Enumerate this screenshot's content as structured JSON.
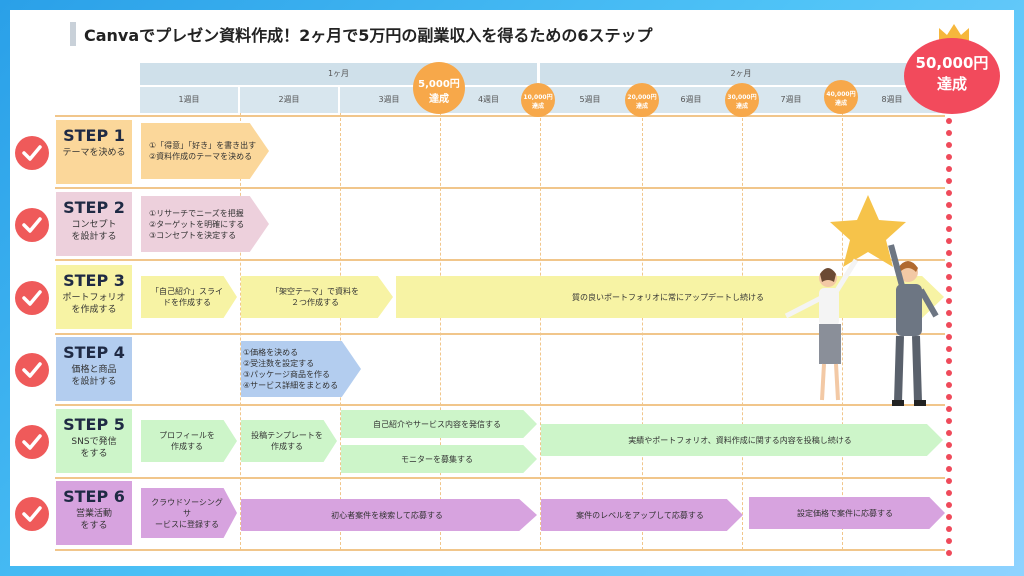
{
  "title": "Canvaでプレゼン資料作成！2ヶ月で5万円の副業収入を得るための6ステップ",
  "months": [
    "1ヶ月",
    "2ヶ月"
  ],
  "weeks": [
    "1週目",
    "2週目",
    "3週目",
    "4週目",
    "5週目",
    "6週目",
    "7週目",
    "8週目"
  ],
  "milestones": {
    "m5000": {
      "amount": "5,000円",
      "label": "達成"
    },
    "m10000": {
      "amount": "10,000円",
      "label": "達成"
    },
    "m20000": {
      "amount": "20,000円",
      "label": "達成"
    },
    "m30000": {
      "amount": "30,000円",
      "label": "達成"
    },
    "m40000": {
      "amount": "40,000円",
      "label": "達成"
    }
  },
  "goal": {
    "amount": "50,000円",
    "label": "達成"
  },
  "steps": [
    {
      "num": "STEP 1",
      "sub": "テーマを決める"
    },
    {
      "num": "STEP 2",
      "sub": "コンセプト\nを設計する"
    },
    {
      "num": "STEP 3",
      "sub": "ポートフォリオ\nを作成する"
    },
    {
      "num": "STEP 4",
      "sub": "価格と商品\nを設計する"
    },
    {
      "num": "STEP 5",
      "sub": "SNSで発信\nをする"
    },
    {
      "num": "STEP 6",
      "sub": "営業活動\nをする"
    }
  ],
  "tasks": {
    "s1a": "①「得意」「好き」を書き出す\n②資料作成のテーマを決める",
    "s2a": "①リサーチでニーズを把握\n②ターゲットを明確にする\n③コンセプトを決定する",
    "s3a": "「自己紹介」スライ\nドを作成する",
    "s3b": "「架空テーマ」で資料を\n２つ作成する",
    "s3c": "質の良いポートフォリオに常にアップデートし続ける",
    "s4a": "①価格を決める\n②受注数を設定する\n③パッケージ商品を作る\n④サービス詳細をまとめる",
    "s5a": "プロフィールを\n作成する",
    "s5b": "投稿テンプレートを\n作成する",
    "s5c": "自己紹介やサービス内容を発信する",
    "s5d": "モニターを募集する",
    "s5e": "実績やポートフォリオ、資料作成に関する内容を投稿し続ける",
    "s6a": "クラウドソーシングサ\nービスに登録する",
    "s6b": "初心者案件を検索して応募する",
    "s6c": "案件のレベルをアップして応募する",
    "s6d": "設定価格で案件に応募する"
  },
  "colors": {
    "step1": "#fbd79a",
    "step2": "#edd0dc",
    "step3": "#f7f3a4",
    "step4": "#b3cdef",
    "step5": "#cdf5c9",
    "step6": "#d7a3df",
    "goal": "#f24a5c",
    "milestone": "#f7a84a",
    "check": "#ef5a5a"
  }
}
